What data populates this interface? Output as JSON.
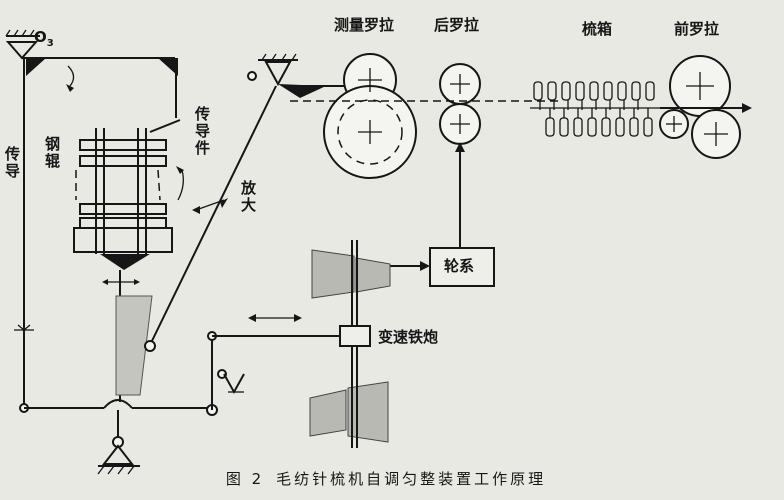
{
  "labels": {
    "o3": "O",
    "o3_sub": "3",
    "measure_roller": "测量罗拉",
    "back_roller": "后罗拉",
    "gill_box": "梳箱",
    "front_roller": "前罗拉",
    "transmission_member": "传导件",
    "steel_roller": "钢辊",
    "transmission": "传导",
    "amplify": "放大",
    "gear_train": "轮系",
    "variable_speed_cone": "变速铁炮"
  },
  "caption": {
    "figure_no": "图 2",
    "title": "毛纺针梳机自调匀整装置工作原理"
  }
}
